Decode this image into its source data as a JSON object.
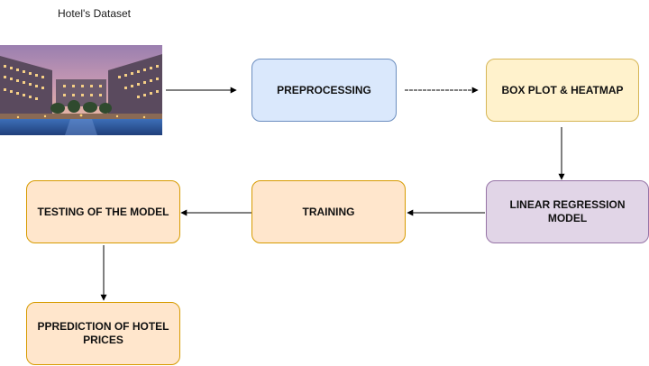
{
  "diagram": {
    "dataset_label": "Hotel's Dataset",
    "nodes": {
      "preprocessing": "PREPROCESSING",
      "boxplot_heatmap": "BOX PLOT  &  HEATMAP",
      "linear_regression": "LINEAR REGRESSION MODEL",
      "training": "TRAINING",
      "testing": "TESTING OF THE MODEL",
      "prediction": "PPREDICTION OF HOTEL PRICES"
    },
    "colors": {
      "blue_fill": "#dae8fc",
      "blue_stroke": "#6c8ebf",
      "yellow_fill": "#fff2cc",
      "yellow_stroke": "#d6b656",
      "orange_fill": "#ffe6cc",
      "orange_stroke": "#d79b00",
      "purple_fill": "#e1d5e7",
      "purple_stroke": "#9673a6",
      "edge": "#000000"
    },
    "edges": [
      {
        "from": "dataset-image",
        "to": "preprocessing"
      },
      {
        "from": "preprocessing",
        "to": "boxplot_heatmap"
      },
      {
        "from": "boxplot_heatmap",
        "to": "linear_regression"
      },
      {
        "from": "linear_regression",
        "to": "training"
      },
      {
        "from": "training",
        "to": "testing"
      },
      {
        "from": "testing",
        "to": "prediction"
      }
    ]
  }
}
